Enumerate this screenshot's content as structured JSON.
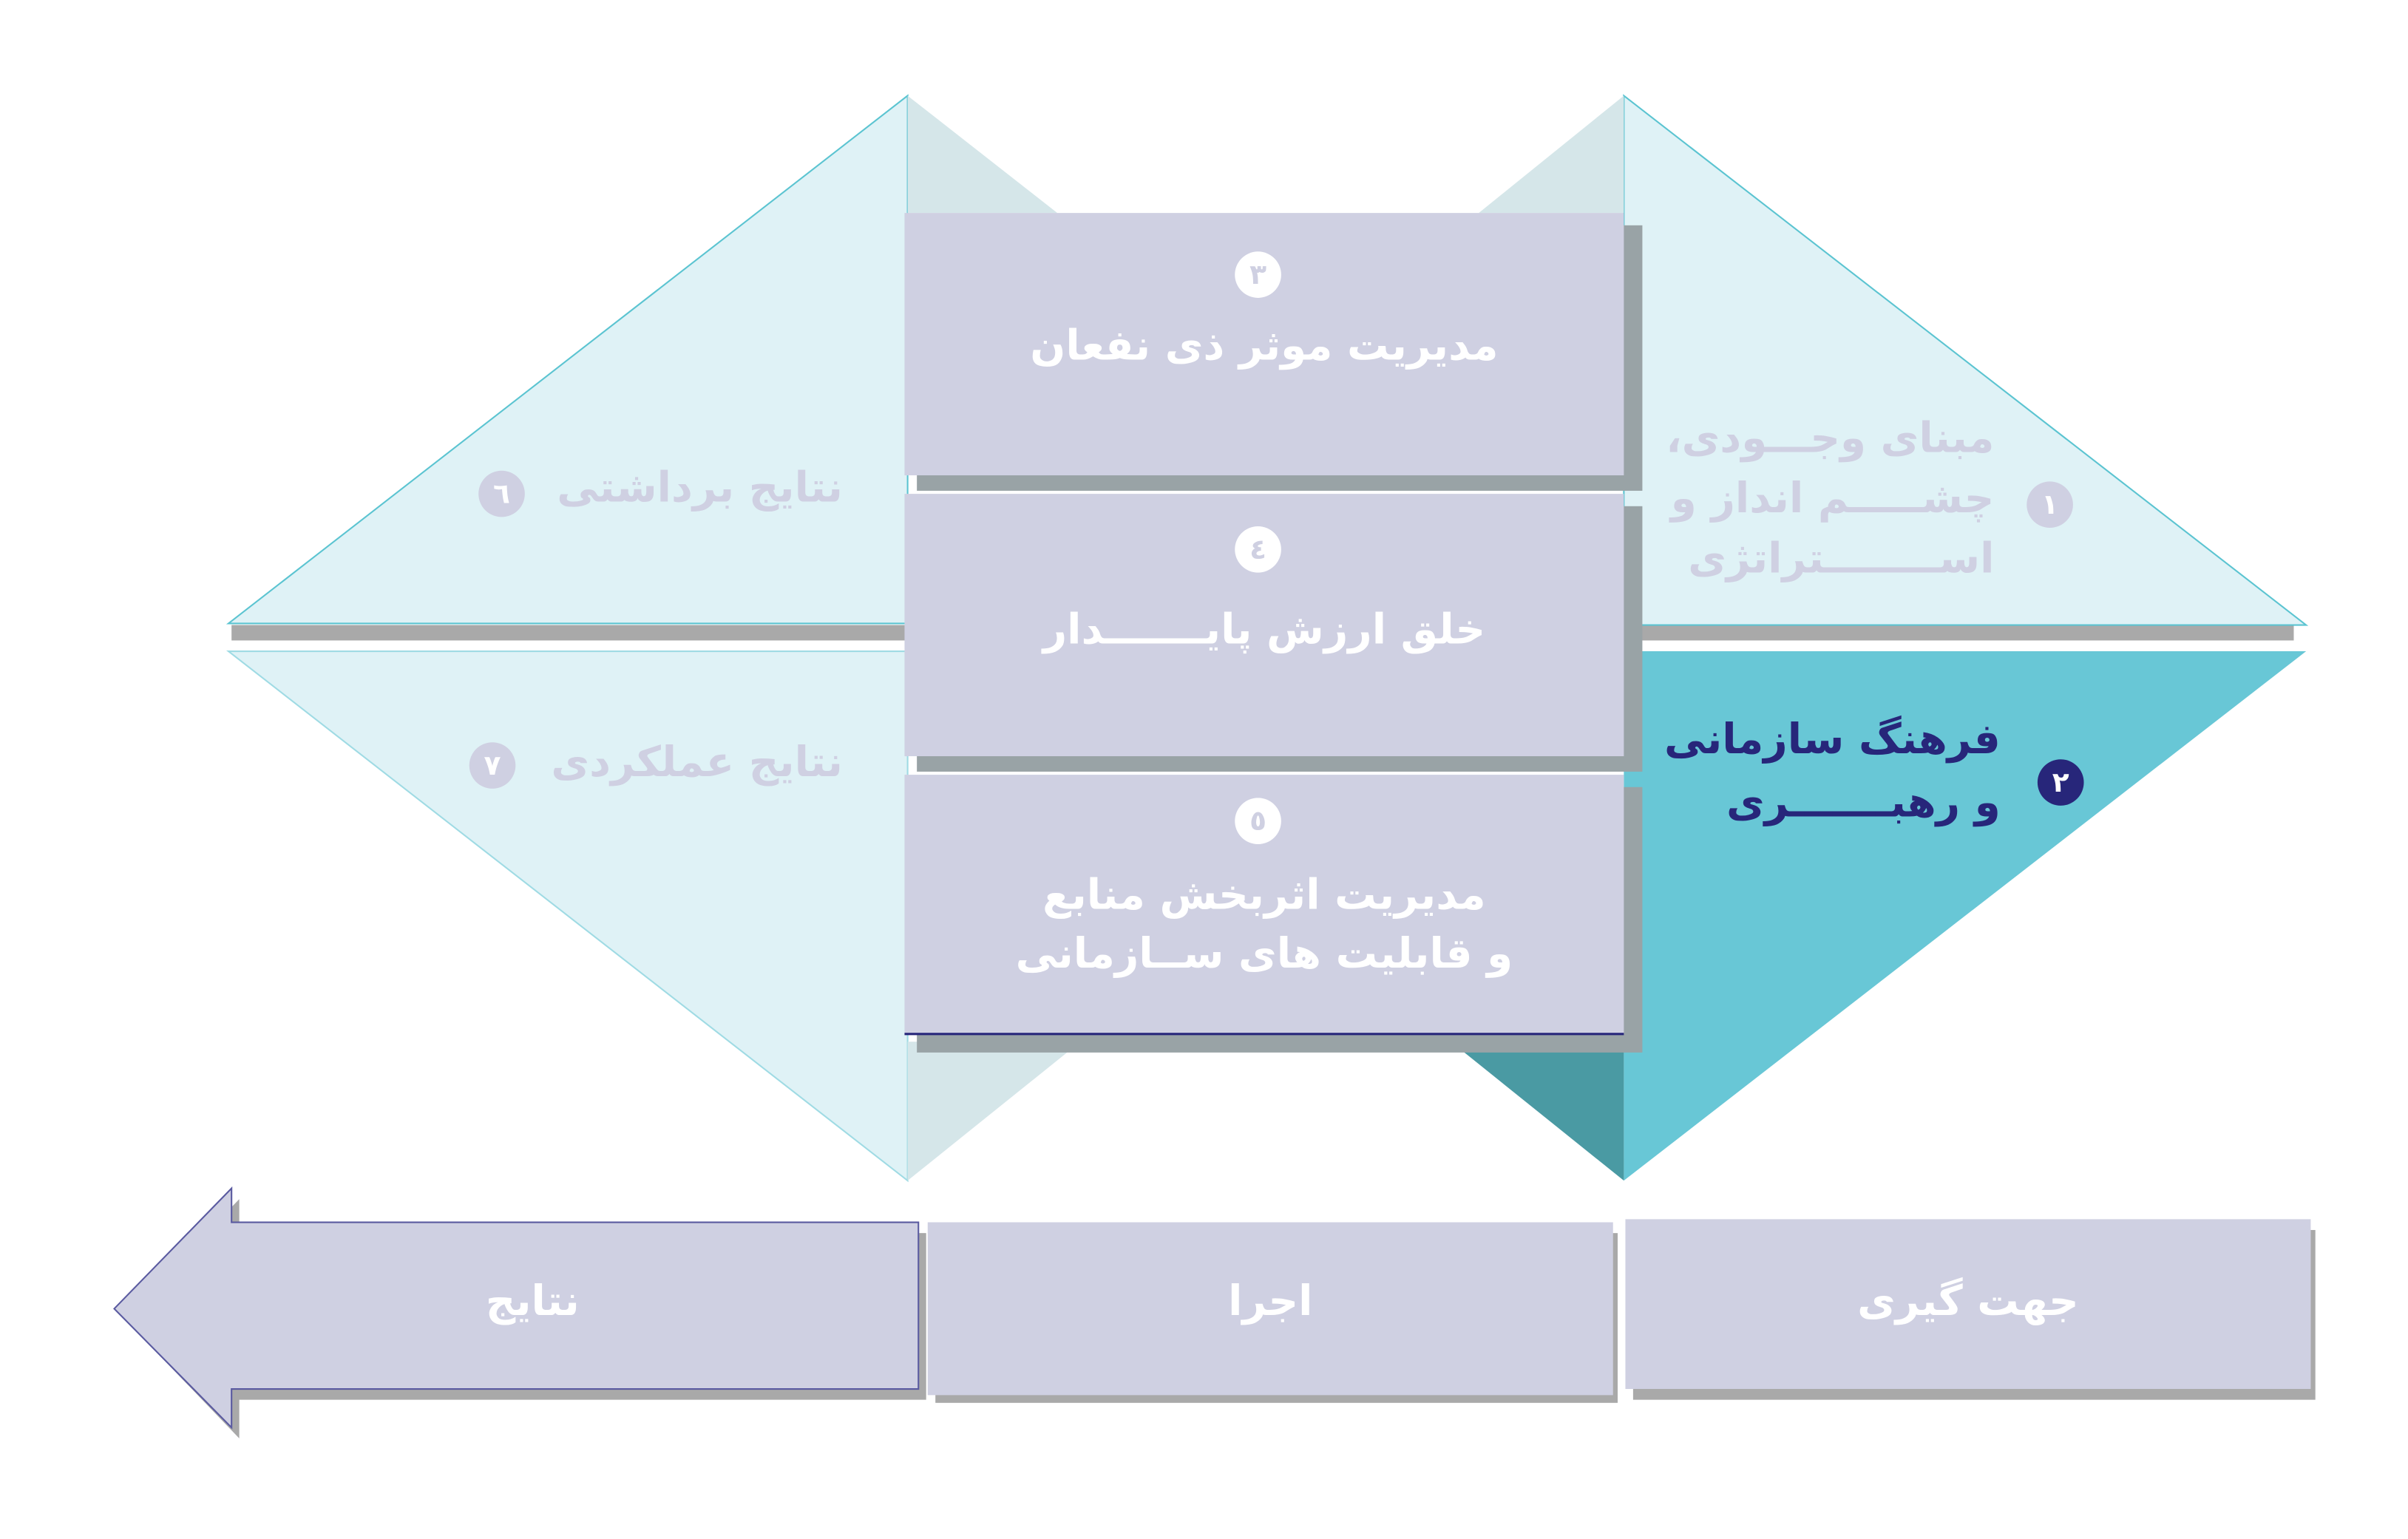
{
  "colors": {
    "pale": "#dff2f6",
    "teal": "#68c7d6",
    "tealDark": "#4a9aa3",
    "box": "#cfd0e2",
    "navy": "#27267a"
  },
  "steps": [
    {
      "num": "١",
      "lines": [
        "مبنای وجـــودی،",
        "چشـــــم انداز و",
        "اســــــــتراتژی"
      ]
    },
    {
      "num": "٢",
      "lines": [
        "فرهنگ سازمانی",
        "و رهبـــــــری"
      ]
    },
    {
      "num": "٣",
      "lines": [
        "مدیریت موثر ذی نفعان"
      ]
    },
    {
      "num": "٤",
      "lines": [
        "خلق ارزش پایـــــــدار"
      ]
    },
    {
      "num": "٥",
      "lines": [
        "مدیریت اثربخش منابع",
        "و قابلیت های ســازمانی"
      ]
    },
    {
      "num": "٦",
      "lines": [
        "نتایج برداشتی"
      ]
    },
    {
      "num": "٧",
      "lines": [
        "نتایج عملکردی"
      ]
    }
  ],
  "phases": {
    "orientation": "جهت گیری",
    "execution": "اجرا",
    "results": "نتایج"
  }
}
